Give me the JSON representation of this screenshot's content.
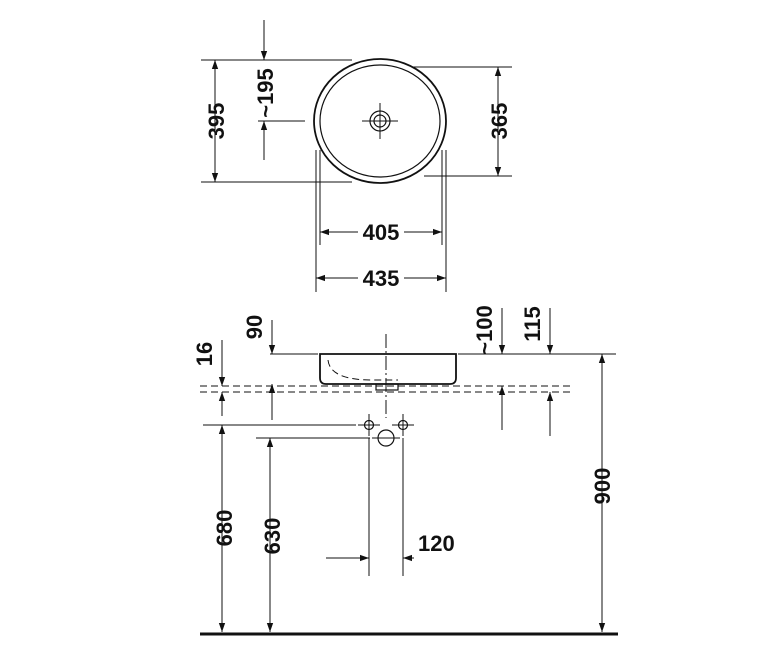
{
  "top_view": {
    "d_395": "395",
    "d_195": "~195",
    "d_365": "365",
    "d_405": "405",
    "d_435": "435"
  },
  "side_view": {
    "d_90": "90",
    "d_16": "16",
    "d_100": "~100",
    "d_115": "115",
    "d_900": "900",
    "d_680": "680",
    "d_630": "630",
    "d_120": "120"
  },
  "colors": {
    "ink": "#111111",
    "background": "#ffffff"
  }
}
